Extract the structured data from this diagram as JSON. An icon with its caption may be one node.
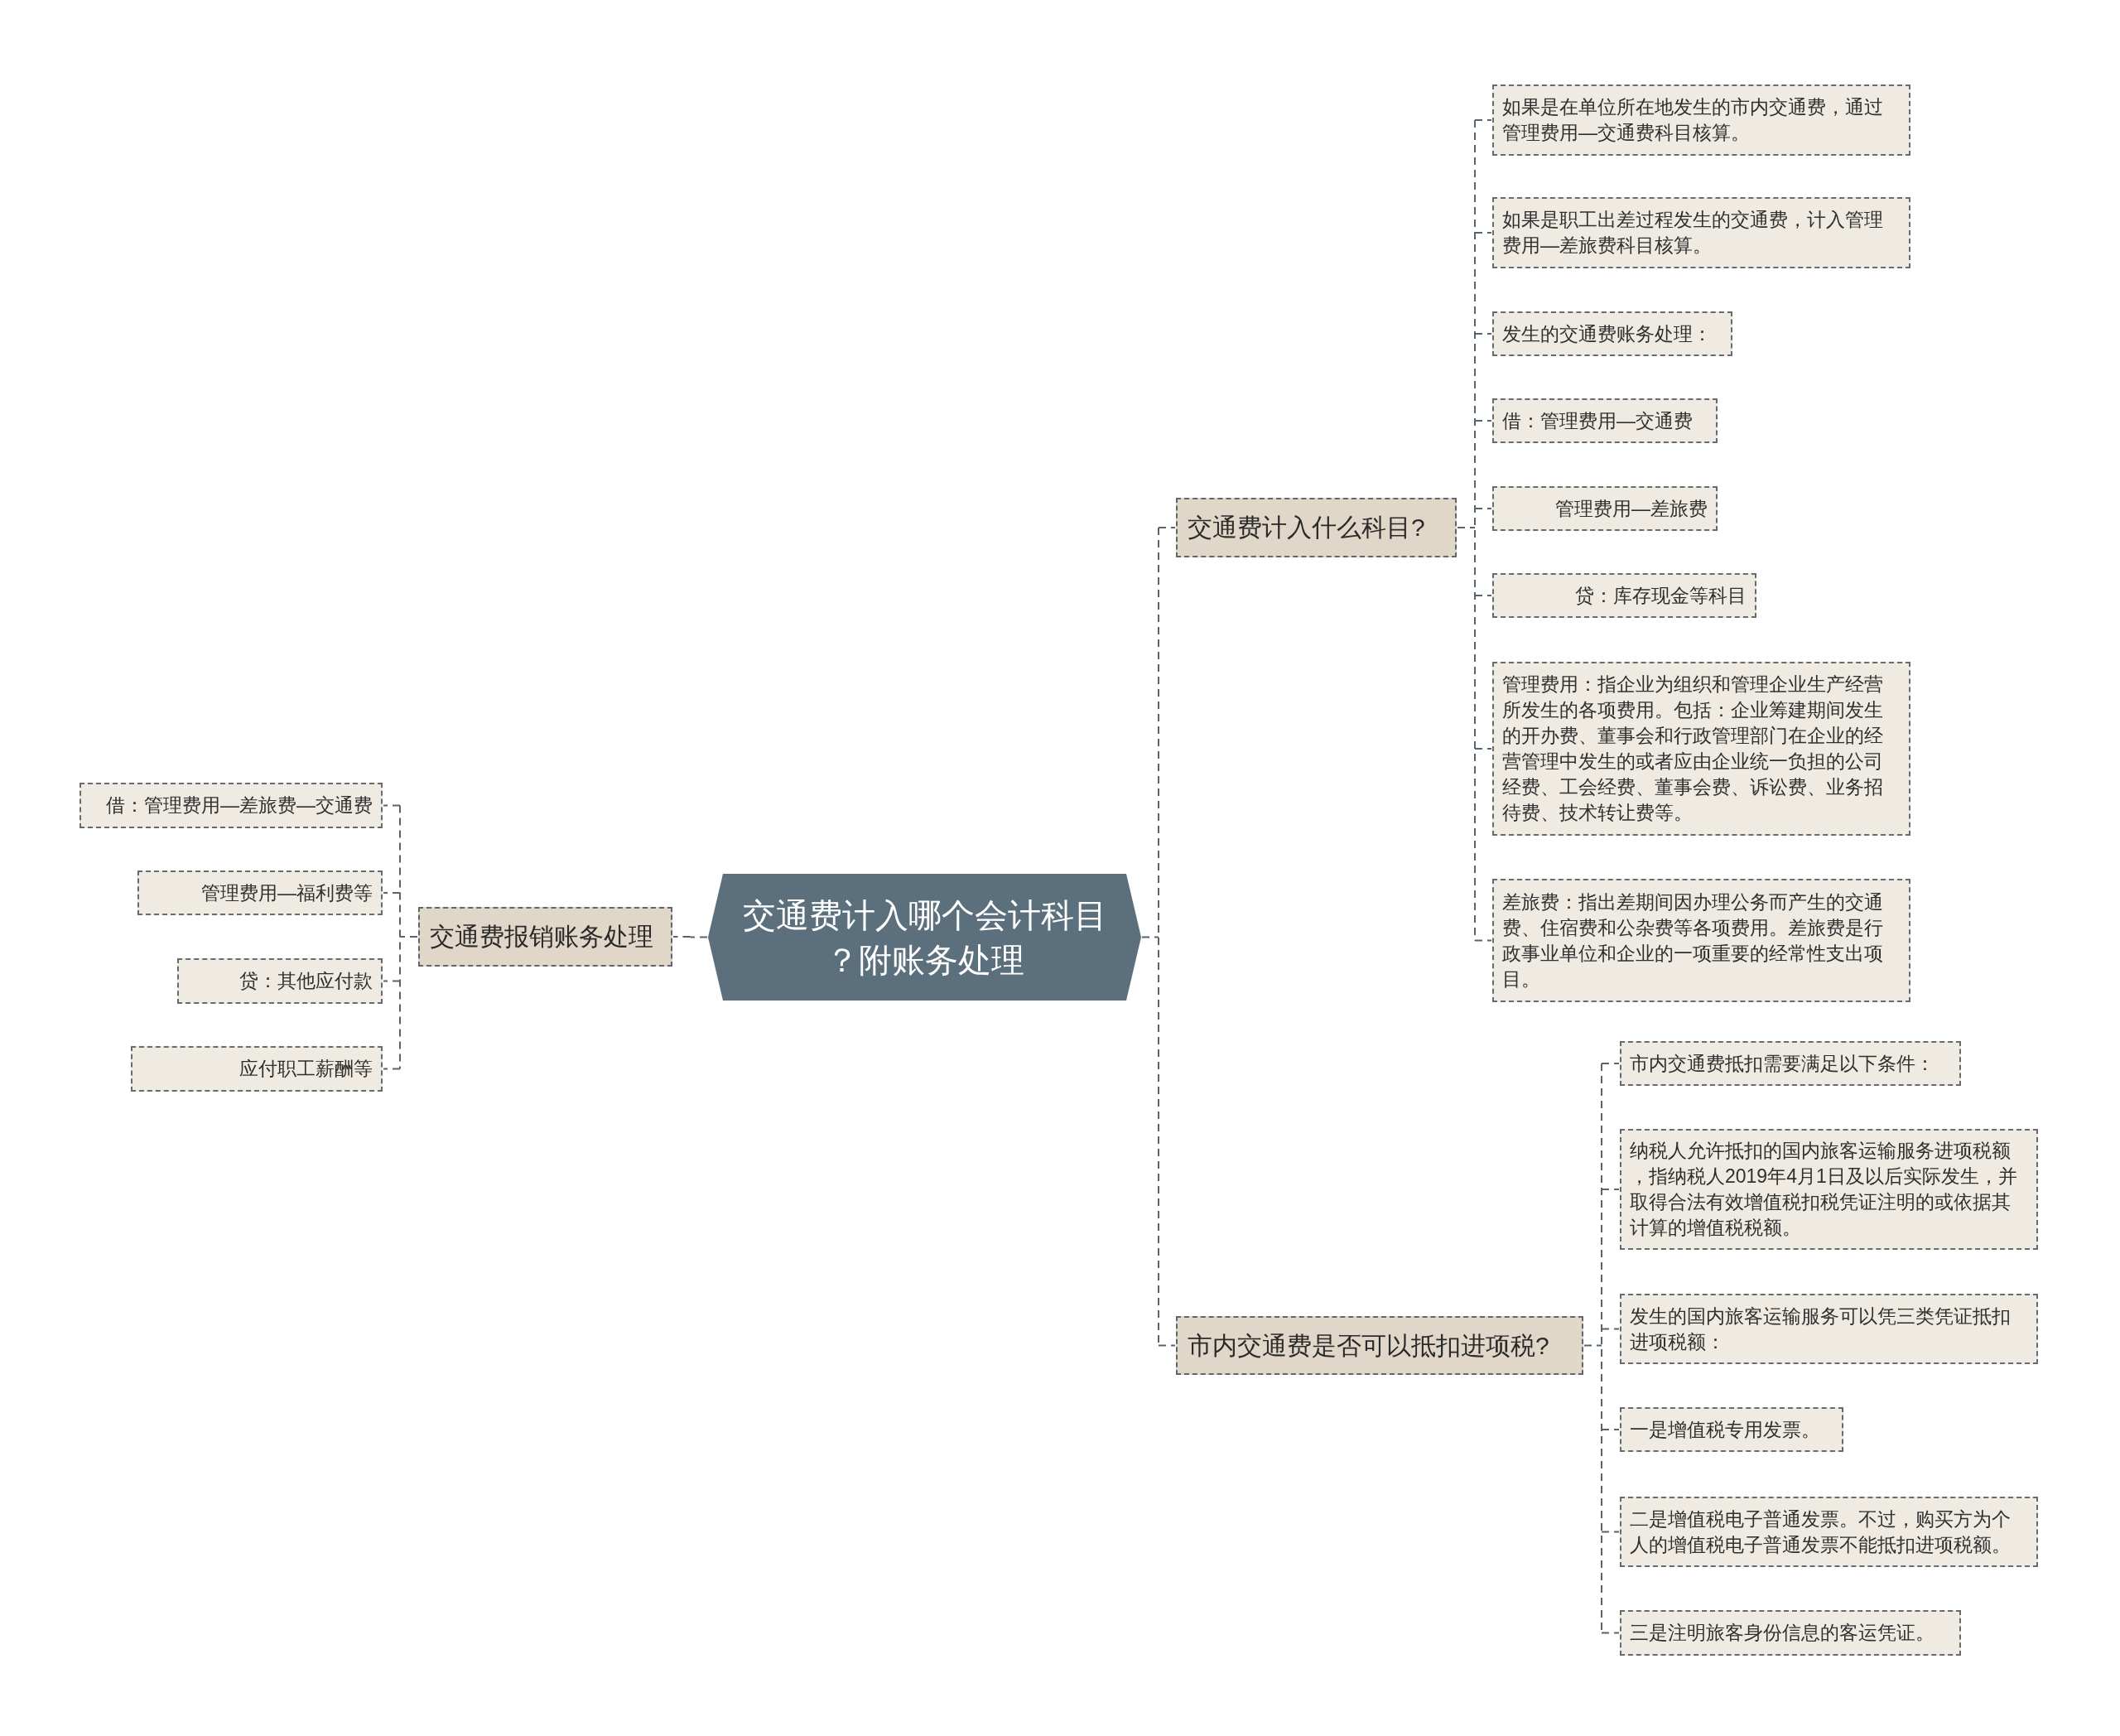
{
  "diagram": {
    "nodes": [
      {
        "text": [
          "交通费计入哪个会计科目？附账务处理"
        ]
      },
      {
        "text": [
          "交通费计入什么科目?"
        ]
      },
      {
        "text": [
          "如果是在单位所在地发生的市内交通费，通过管理费用—交通费科目核算。"
        ]
      },
      {
        "text": [
          "如果是职工出差过程发生的交通费，计入管理费用—差旅费科目核算。"
        ]
      },
      {
        "text": [
          "发生的交通费账务处理："
        ]
      },
      {
        "text": [
          "借：管理费用—交通费"
        ]
      },
      {
        "text": [
          "管理费用—差旅费"
        ]
      },
      {
        "text": [
          "贷：库存现金等科目"
        ]
      },
      {
        "text": [
          "管理费用：指企业为组织和管理企业生产经营所发生的各项费用。包括：企业筹建期间发生的开办费、董事会和行政管理部门在企业的经营管理中发生的或者应由企业统一负担的公司经费、工会经费、董事会费、诉讼费、业务招待费、技术转让费等。"
        ]
      },
      {
        "text": [
          "差旅费：指出差期间因办理公务而产生的交通费、住宿费和公杂费等各项费用。差旅费是行政事业单位和企业的一项重要的经常性支出项目。"
        ]
      },
      {
        "text": [
          "市内交通费是否可以抵扣进项税?"
        ]
      },
      {
        "text": [
          "市内交通费抵扣需要满足以下条件："
        ]
      },
      {
        "text": [
          "纳税人允许抵扣的国内旅客运输服务进项税额，指纳税人2019年4月1日及以后实际发生，并取得合法有效增值税扣税凭证注明的或依据其计算的增值税税额。"
        ]
      },
      {
        "text": [
          "发生的国内旅客运输服务可以凭三类凭证抵扣进项税额："
        ]
      },
      {
        "text": [
          "一是增值税专用发票。"
        ]
      },
      {
        "text": [
          "二是增值税电子普通发票。不过，购买方为个人的增值税电子普通发票不能抵扣进项税额。"
        ]
      },
      {
        "text": [
          "三是注明旅客身份信息的客运凭证。"
        ]
      },
      {
        "text": [
          "交通费报销账务处理"
        ]
      },
      {
        "text": [
          "借：管理费用—差旅费—交通费"
        ]
      },
      {
        "text": [
          "管理费用—福利费等"
        ]
      },
      {
        "text": [
          "贷：其他应付款"
        ]
      },
      {
        "text": [
          "应付职工薪酬等"
        ]
      }
    ],
    "edges": [
      {
        "from": 0,
        "to": 1,
        "arrow": "none"
      },
      {
        "from": 0,
        "to": 10,
        "arrow": "none"
      },
      {
        "from": 0,
        "to": 17,
        "arrow": "none"
      },
      {
        "from": 1,
        "to": 2,
        "arrow": "none"
      },
      {
        "from": 1,
        "to": 3,
        "arrow": "none"
      },
      {
        "from": 1,
        "to": 4,
        "arrow": "none"
      },
      {
        "from": 1,
        "to": 5,
        "arrow": "none"
      },
      {
        "from": 1,
        "to": 6,
        "arrow": "none"
      },
      {
        "from": 1,
        "to": 7,
        "arrow": "none"
      },
      {
        "from": 1,
        "to": 8,
        "arrow": "none"
      },
      {
        "from": 1,
        "to": 9,
        "arrow": "none"
      },
      {
        "from": 10,
        "to": 11,
        "arrow": "none"
      },
      {
        "from": 10,
        "to": 12,
        "arrow": "none"
      },
      {
        "from": 10,
        "to": 13,
        "arrow": "none"
      },
      {
        "from": 10,
        "to": 14,
        "arrow": "none"
      },
      {
        "from": 10,
        "to": 15,
        "arrow": "none"
      },
      {
        "from": 10,
        "to": 16,
        "arrow": "none"
      },
      {
        "from": 17,
        "to": 18,
        "arrow": "none"
      },
      {
        "from": 17,
        "to": 19,
        "arrow": "none"
      },
      {
        "from": 17,
        "to": 20,
        "arrow": "none"
      },
      {
        "from": 17,
        "to": 21,
        "arrow": "none"
      }
    ]
  }
}
